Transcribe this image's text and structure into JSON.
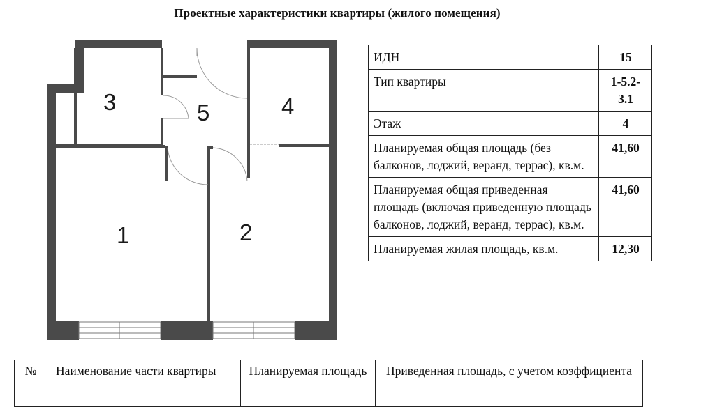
{
  "title": "Проектные характеристики квартиры (жилого помещения)",
  "plan": {
    "rooms": [
      "1",
      "2",
      "3",
      "4",
      "5"
    ]
  },
  "characteristics": [
    {
      "label": "ИДН",
      "value": "15"
    },
    {
      "label": "Тип квартиры",
      "value": "1-5.2-3.1"
    },
    {
      "label": "Этаж",
      "value": "4"
    },
    {
      "label": "Планируемая общая площадь (без балконов, лоджий, веранд, террас), кв.м.",
      "value": "41,60"
    },
    {
      "label": "Планируемая общая приведенная площадь (включая приведенную площадь балконов, лоджий, веранд, террас), кв.м.",
      "value": "41,60"
    },
    {
      "label": "Планируемая жилая площадь, кв.м.",
      "value": "12,30"
    }
  ],
  "parts_table": {
    "headers": [
      "№",
      "Наименование части квартиры",
      "Планируемая площадь",
      "Приведенная площадь, с учетом коэффициента"
    ]
  }
}
